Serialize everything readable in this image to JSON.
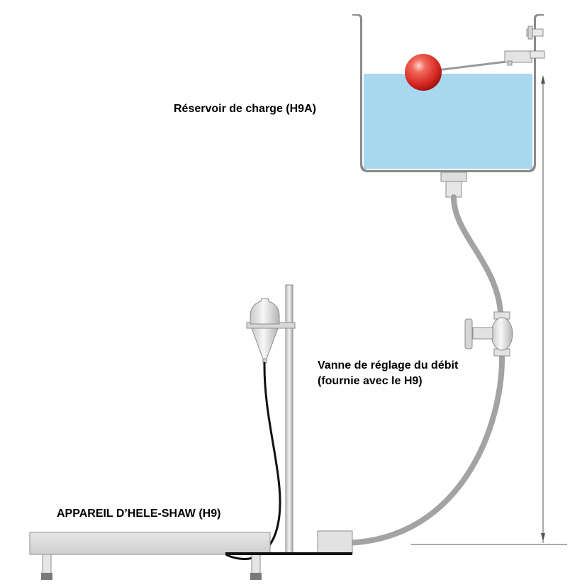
{
  "labels": {
    "reservoir": "Réservoir de charge (H9A)",
    "vanne_line1": "Vanne de réglage du débit",
    "vanne_line2": "(fournie avec le H9)",
    "appareil": "APPAREIL D’HELE-SHAW (H9)"
  },
  "colors": {
    "water": "#a8d8f0",
    "tank_outline": "#8a8a8a",
    "tube": "#a3a3a3",
    "ball": "#e8413a",
    "black_tube": "#111111",
    "table": "#dcdcdc",
    "stand": "#cfcfcf"
  },
  "icons": {
    "float_ball": "float-ball-icon",
    "valve": "valve-icon",
    "funnel": "funnel-icon"
  }
}
